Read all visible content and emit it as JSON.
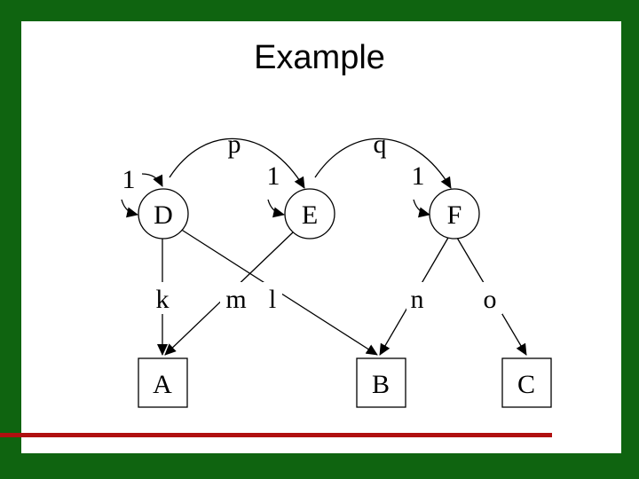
{
  "title": "Example",
  "colors": {
    "background": "#0f6410",
    "slide": "#ffffff",
    "underline": "#b01010"
  },
  "nodes": [
    {
      "id": "D",
      "label": "D",
      "shape": "circle"
    },
    {
      "id": "E",
      "label": "E",
      "shape": "circle"
    },
    {
      "id": "F",
      "label": "F",
      "shape": "circle"
    },
    {
      "id": "A",
      "label": "A",
      "shape": "box"
    },
    {
      "id": "B",
      "label": "B",
      "shape": "box"
    },
    {
      "id": "C",
      "label": "C",
      "shape": "box"
    }
  ],
  "edges": [
    {
      "from": "D",
      "to": "E",
      "label": "p"
    },
    {
      "from": "E",
      "to": "F",
      "label": "q"
    },
    {
      "from": "D",
      "to": "D",
      "label": "1"
    },
    {
      "from": "E",
      "to": "E",
      "label": "1"
    },
    {
      "from": "F",
      "to": "F",
      "label": "1"
    },
    {
      "from": "D",
      "to": "A",
      "label": "k"
    },
    {
      "from": "E",
      "to": "A",
      "label": "m"
    },
    {
      "from": "D",
      "to": "B",
      "label": "l"
    },
    {
      "from": "F",
      "to": "B",
      "label": "n"
    },
    {
      "from": "F",
      "to": "C",
      "label": "o"
    }
  ]
}
